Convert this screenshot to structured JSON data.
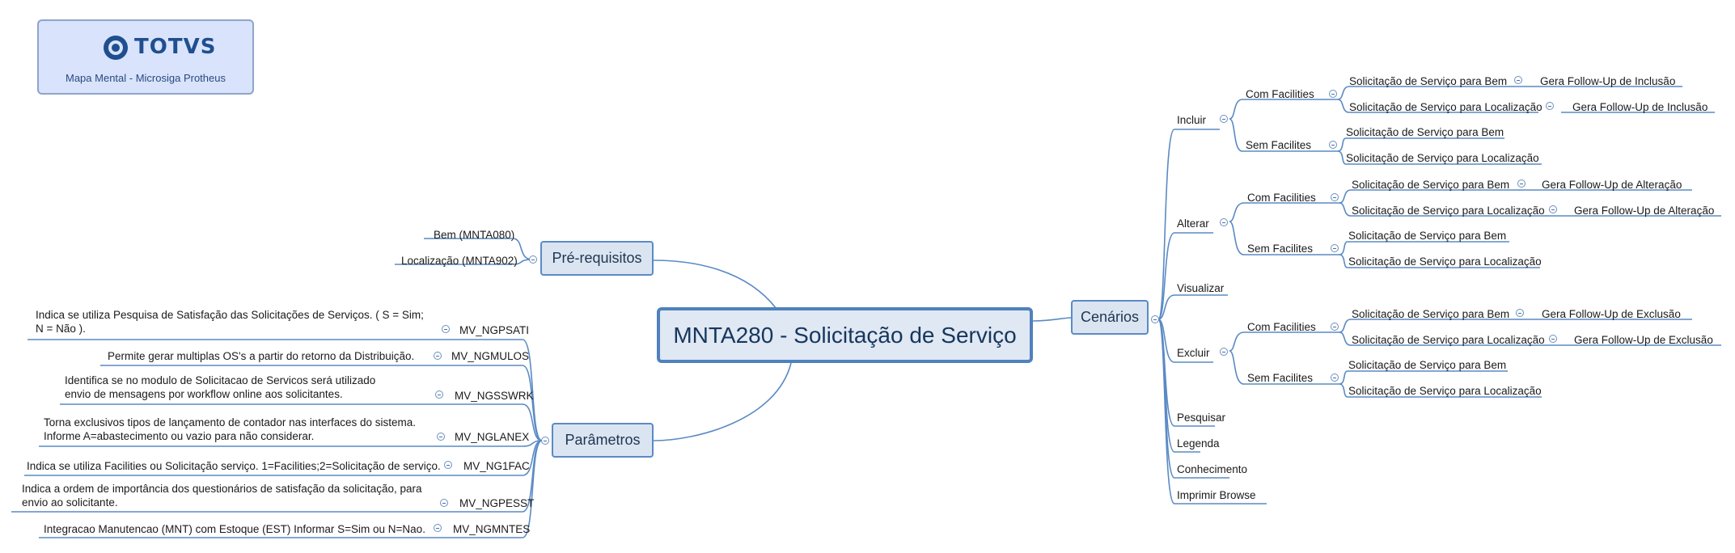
{
  "logo": {
    "brand": "TOTVS",
    "subtitle": "Mapa Mental - Microsiga Protheus"
  },
  "central": {
    "title": "MNTA280 - Solicitação de Serviço"
  },
  "branches": {
    "prereq": {
      "label": "Pré-requisitos",
      "items": [
        "Bem (MNTA080)",
        "Localização (MNTA902)"
      ]
    },
    "params": {
      "label": "Parâmetros",
      "items": [
        {
          "code": "MV_NGPSATI",
          "desc": "Indica se utiliza Pesquisa de Satisfação das Solicitações de Serviços. ( S = Sim; N = Não )."
        },
        {
          "code": "MV_NGMULOS",
          "desc": "Permite gerar multiplas OS's a partir do retorno da Distribuição."
        },
        {
          "code": "MV_NGSSWRK",
          "desc": "Identifica se no modulo de Solicitacao de Servicos será utilizado envio de mensagens por workflow online aos solicitantes."
        },
        {
          "code": "MV_NGLANEX",
          "desc": "Torna exclusivos tipos de lançamento de contador  nas interfaces do sistema. Informe A=abastecimento ou vazio para não considerar."
        },
        {
          "code": "MV_NG1FAC",
          "desc": "Indica se utiliza Facilities ou Solicitação  serviço. 1=Facilities;2=Solicitação de serviço."
        },
        {
          "code": "MV_NGPESST",
          "desc": "Indica a ordem de importância dos questionários de satisfação da solicitação, para envio ao solicitante."
        },
        {
          "code": "MV_NGMNTES",
          "desc": "Integracao Manutencao (MNT) com Estoque (EST) Informar S=Sim ou N=Nao."
        }
      ]
    },
    "scenarios": {
      "label": "Cenários",
      "items": [
        {
          "label": "Incluir",
          "with_facilities": "Com Facilities",
          "without_facilities": "Sem Facilites",
          "with_items": [
            "Solicitação de Serviço para Bem",
            "Solicitação de Serviço para Localização"
          ],
          "with_followups": [
            "Gera Follow-Up de Inclusão",
            "Gera Follow-Up de Inclusão"
          ],
          "without_items": [
            "Solicitação de Serviço para Bem",
            "Solicitação de Serviço para Localização"
          ]
        },
        {
          "label": "Alterar",
          "with_facilities": "Com Facilities",
          "without_facilities": "Sem Facilites",
          "with_items": [
            "Solicitação de Serviço para Bem",
            "Solicitação de Serviço para Localização"
          ],
          "with_followups": [
            "Gera Follow-Up de Alteração",
            "Gera Follow-Up de Alteração"
          ],
          "without_items": [
            "Solicitação de Serviço para Bem",
            "Solicitação de Serviço para Localização"
          ]
        },
        {
          "label": "Visualizar"
        },
        {
          "label": "Excluir",
          "with_facilities": "Com Facilities",
          "without_facilities": "Sem Facilites",
          "with_items": [
            "Solicitação de Serviço para Bem",
            "Solicitação de Serviço para Localização"
          ],
          "with_followups": [
            "Gera Follow-Up de Exclusão",
            "Gera Follow-Up de Exclusão"
          ],
          "without_items": [
            "Solicitação de Serviço para Bem",
            "Solicitação de Serviço para Localização"
          ]
        },
        {
          "label": "Pesquisar"
        },
        {
          "label": "Legenda"
        },
        {
          "label": "Conhecimento"
        },
        {
          "label": "Imprimir Browse"
        }
      ]
    }
  }
}
